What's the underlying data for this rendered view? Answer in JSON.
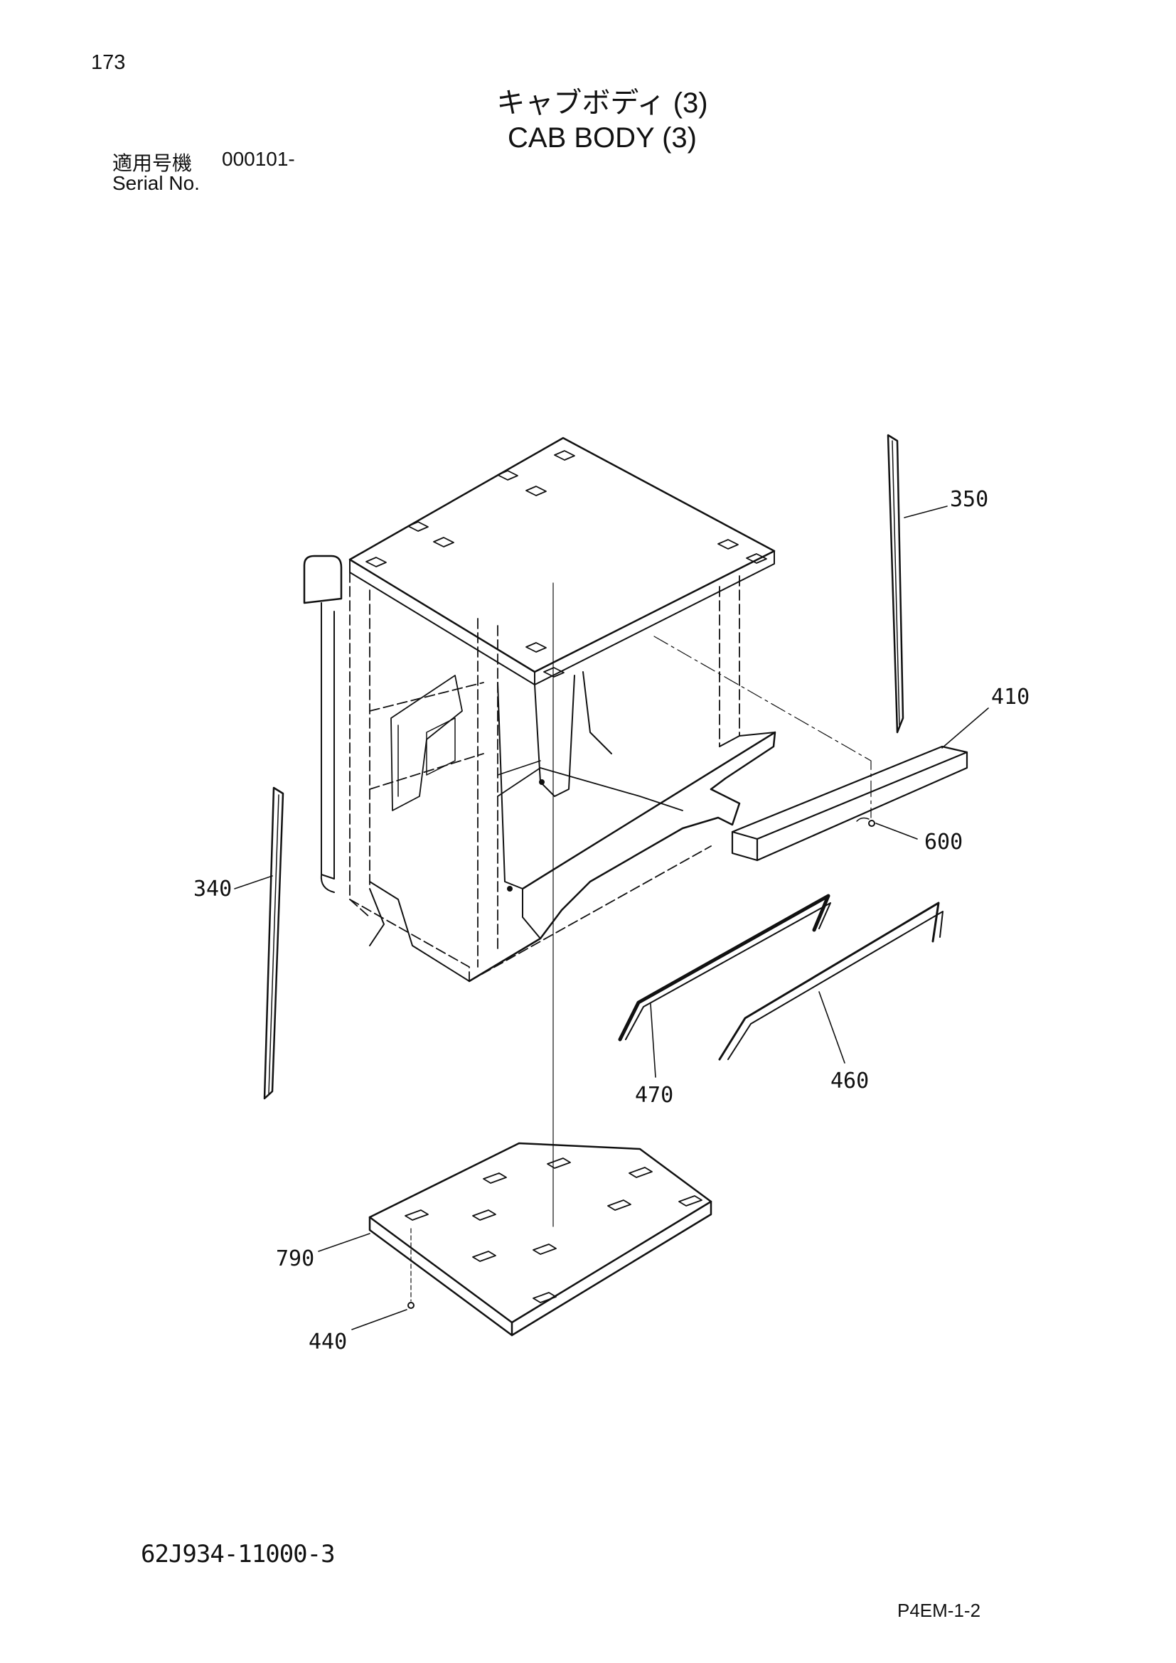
{
  "header": {
    "page_number": "173",
    "title_jp": "キャブボディ (3)",
    "title_en": "CAB BODY (3)",
    "serial_label_jp": "適用号機",
    "serial_label_en": "Serial No.",
    "serial_value": "000101-"
  },
  "callouts": {
    "c350": "350",
    "c410": "410",
    "c600": "600",
    "c340": "340",
    "c470": "470",
    "c460": "460",
    "c790": "790",
    "c440": "440"
  },
  "footer": {
    "drawing_number": "62J934-11000-3",
    "sheet_code": "P4EM-1-2"
  }
}
